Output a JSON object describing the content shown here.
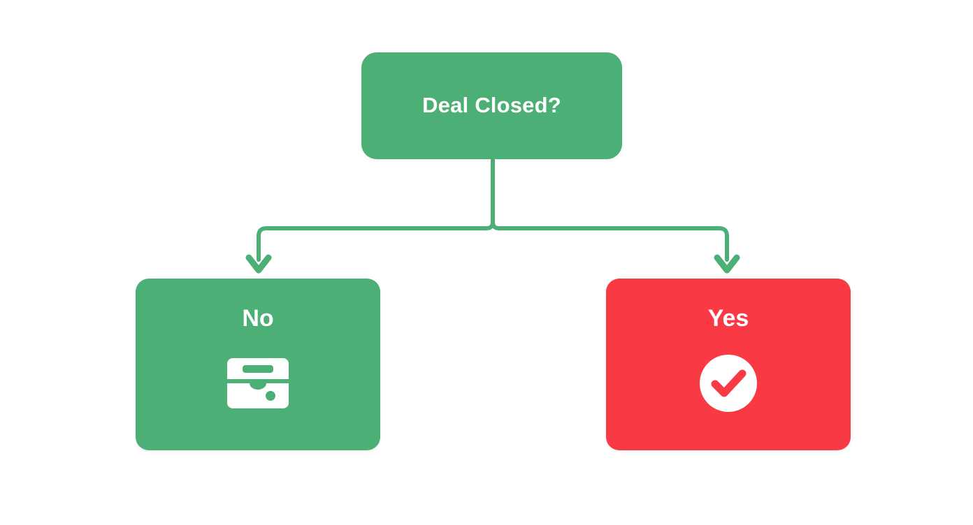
{
  "diagram": {
    "title": "Deal Closed decision flowchart",
    "background_color": "#FFFFFF",
    "connector_color": "#4CAF76",
    "nodes": {
      "root": {
        "label": "Deal Closed?",
        "color": "#4CAF76",
        "text_color": "#FFFFFF"
      },
      "left": {
        "label": "No",
        "color": "#4CAF76",
        "text_color": "#FFFFFF",
        "icon": "archive-box-icon",
        "icon_color": "#FFFFFF"
      },
      "right": {
        "label": "Yes",
        "color": "#F93944",
        "text_color": "#FFFFFF",
        "icon": "check-circle-icon",
        "icon_color": "#FFFFFF"
      }
    },
    "edges": [
      {
        "from": "Deal Closed?",
        "to": "No",
        "label": ""
      },
      {
        "from": "Deal Closed?",
        "to": "Yes",
        "label": ""
      }
    ]
  }
}
